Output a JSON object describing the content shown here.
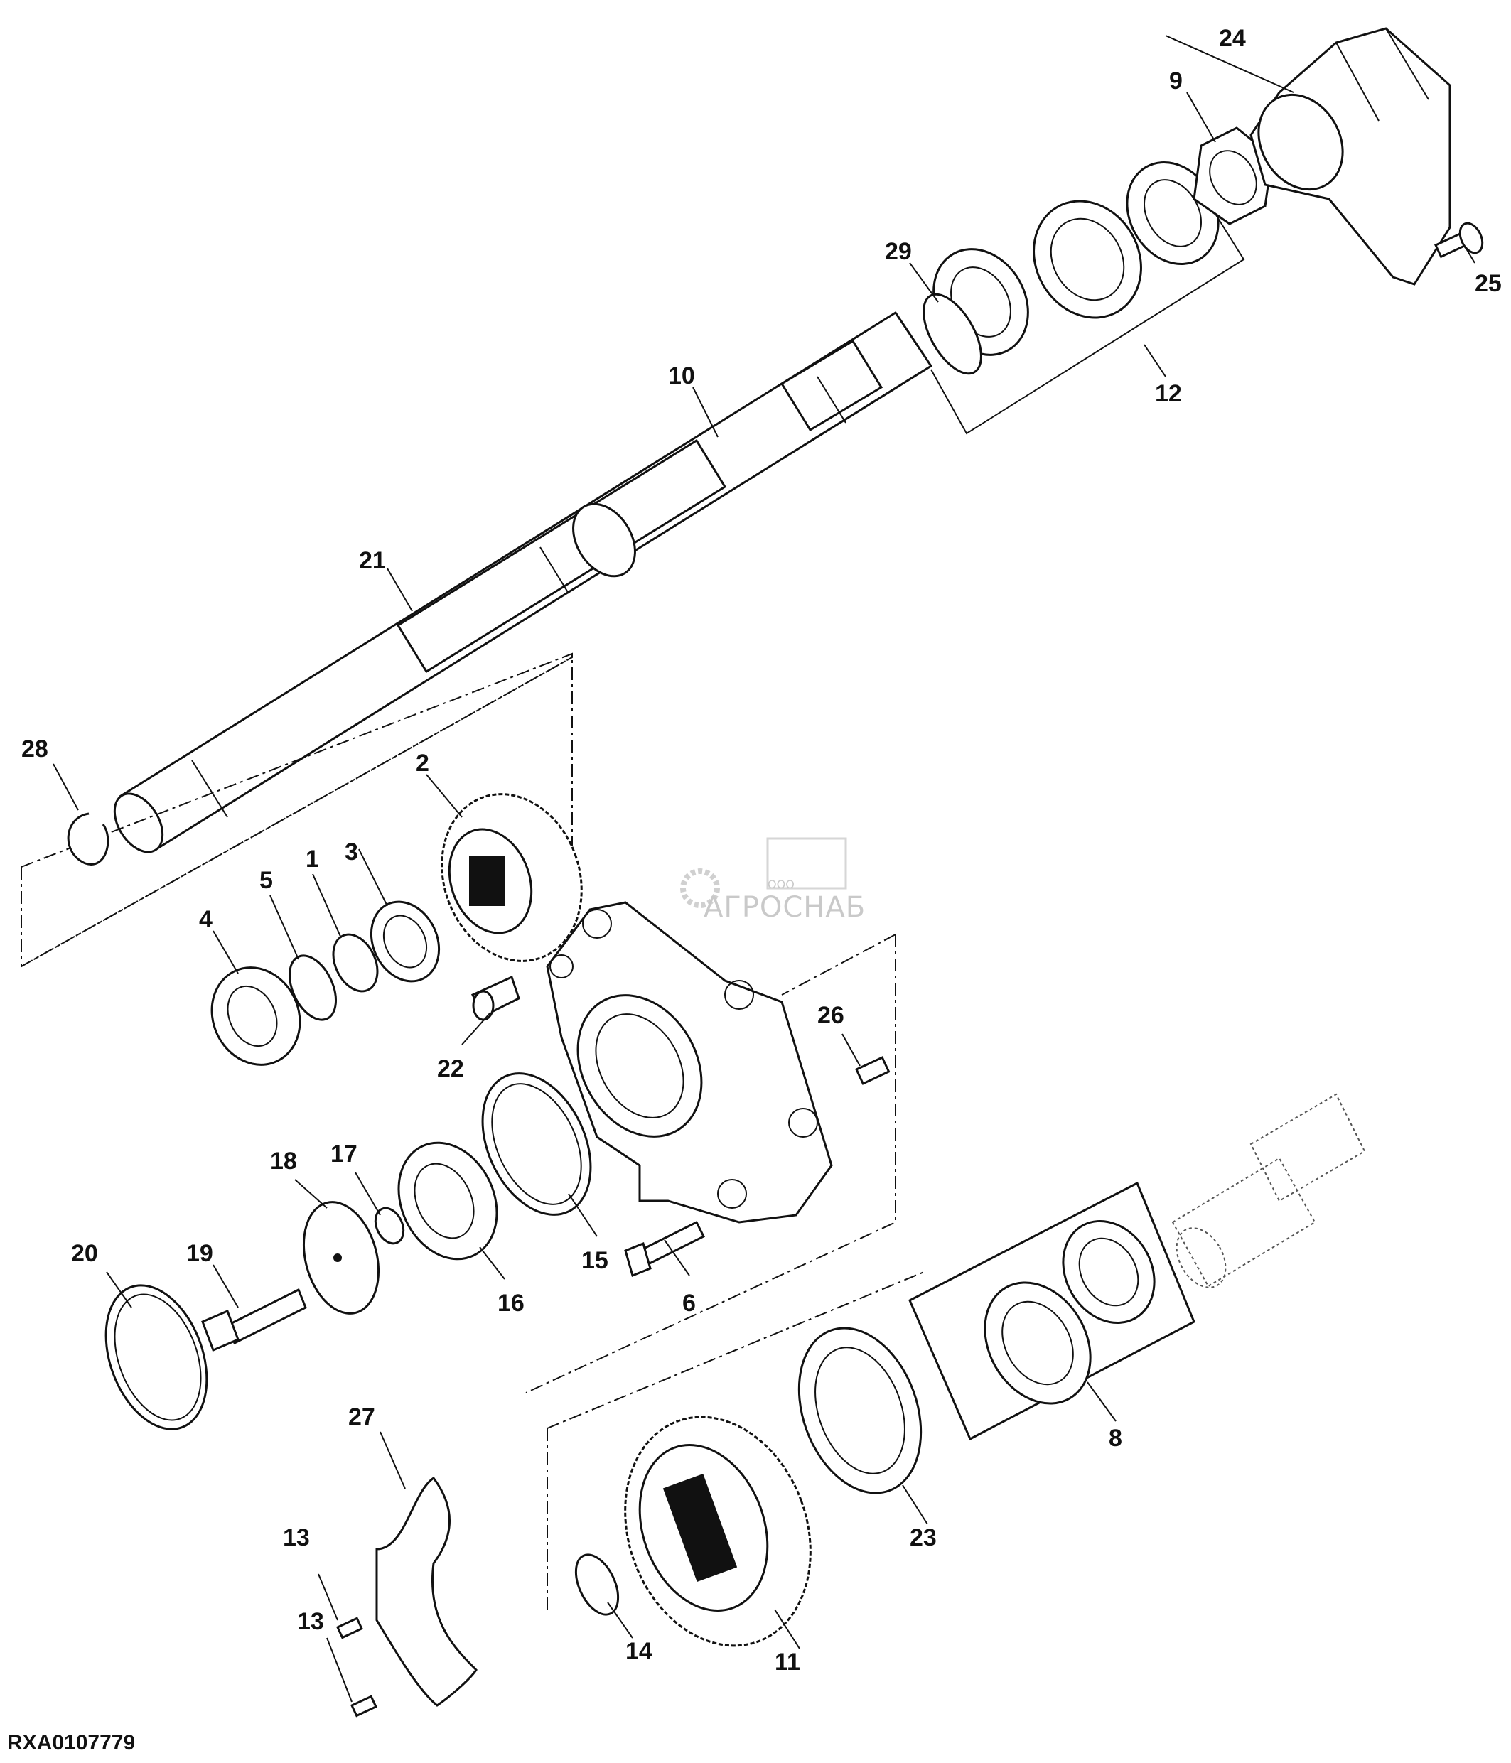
{
  "figure_id": "RXA0107779",
  "watermark": {
    "brand": "АГРОСНАБ",
    "prefix": "ООО"
  },
  "callouts": [
    "1",
    "2",
    "3",
    "4",
    "5",
    "6",
    "8",
    "9",
    "10",
    "11",
    "12",
    "13",
    "13",
    "14",
    "15",
    "16",
    "17",
    "18",
    "19",
    "20",
    "21",
    "22",
    "23",
    "24",
    "25",
    "26",
    "27",
    "28",
    "29"
  ]
}
